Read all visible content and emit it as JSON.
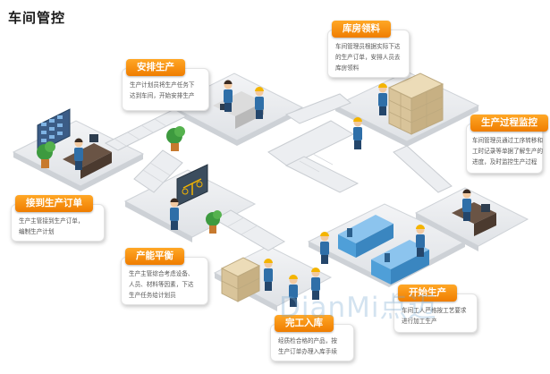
{
  "page": {
    "title": "车间管控"
  },
  "watermark": "DianMi点迈",
  "cards": {
    "receive_order": {
      "title": "接到生产订单",
      "body": "生产主管接到生产订单，\n编制生产计划"
    },
    "arrange": {
      "title": "安排生产",
      "body": "生产计划员将生产任务下\n达到车间，开始安排生产"
    },
    "warehouse": {
      "title": "库房领料",
      "body": "车间管理员根据实际下达\n的生产订单，安排人员去\n库房领料"
    },
    "monitor": {
      "title": "生产过程监控",
      "body": "车间管理员通过工序转移和\n工时记录等单据了解生产的\n进度，及时监控生产过程"
    },
    "balance": {
      "title": "产能平衡",
      "body": "生产主管综合考虑设备、\n人员、材料等因素，下达\n生产任务给计划员"
    },
    "finish": {
      "title": "完工入库",
      "body": "经质检合格的产品，按\n生产订单办理入库手续"
    },
    "start": {
      "title": "开始生产",
      "body": "车间工人严格按工艺要求\n进行加工生产"
    }
  },
  "colors": {
    "accent": "#f08a00",
    "floor": "#e9ebee",
    "worker_body": "#2f6fa8",
    "hard_hat": "#f4b400",
    "carton": "#d9c49a",
    "machine": "#4f9fd8"
  }
}
